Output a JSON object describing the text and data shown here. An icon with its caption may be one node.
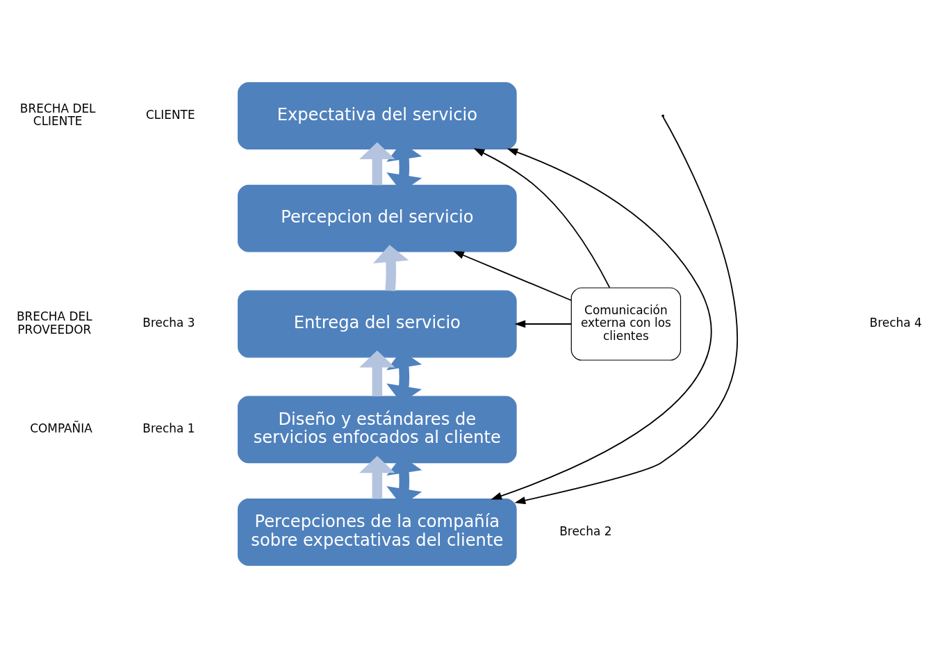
{
  "diagram": {
    "nodes": [
      {
        "text": [
          "Expectativa del servicio"
        ]
      },
      {
        "text": [
          "Percepcion del servicio"
        ]
      },
      {
        "text": [
          "Entrega del servicio"
        ]
      },
      {
        "text": [
          "Diseño y estándares de servicios enfocados al cliente"
        ]
      },
      {
        "text": [
          "Percepciones de la compañía sobre expectativas del cliente"
        ]
      },
      {
        "text": [
          "Comunicación externa con los clientes"
        ]
      }
    ],
    "edges": [
      {
        "from": 1,
        "to": 0,
        "arrow": "to",
        "color": "#b4c4df"
      },
      {
        "from": 0,
        "to": 1,
        "arrow": "both",
        "color": "#4f81bd"
      },
      {
        "from": 2,
        "to": 1,
        "arrow": "to",
        "color": "#b4c4df"
      },
      {
        "from": 3,
        "to": 2,
        "arrow": "to",
        "color": "#b4c4df"
      },
      {
        "from": 2,
        "to": 3,
        "arrow": "both",
        "color": "#4f81bd"
      },
      {
        "from": 4,
        "to": 3,
        "arrow": "to",
        "color": "#b4c4df"
      },
      {
        "from": 3,
        "to": 4,
        "arrow": "both",
        "color": "#4f81bd"
      },
      {
        "from": 0,
        "to": 4,
        "arrow": "both"
      },
      {
        "from": null,
        "to": 4,
        "arrow": "to"
      },
      {
        "from": 5,
        "to": 0,
        "arrow": "to"
      },
      {
        "from": 5,
        "to": 1,
        "arrow": "to"
      },
      {
        "from": 5,
        "to": 2,
        "arrow": "to"
      }
    ],
    "labels": [
      "BRECHA DEL CLIENTE",
      "CLIENTE",
      "BRECHA DEL PROVEEDOR",
      "Brecha 3",
      "Brecha 4",
      "COMPAÑIA",
      "Brecha 1",
      "Brecha 2"
    ]
  }
}
